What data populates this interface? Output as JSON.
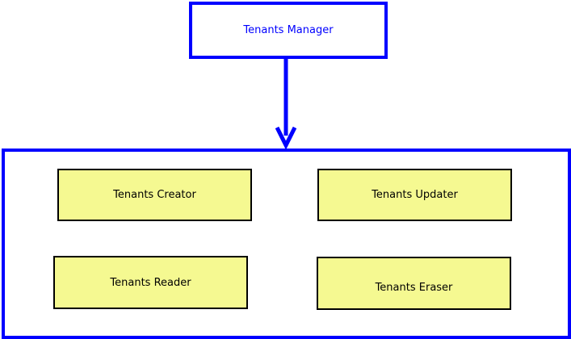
{
  "diagram": {
    "manager": {
      "label": "Tenants Manager"
    },
    "components": {
      "creator": "Tenants Creator",
      "updater": "Tenants Updater",
      "reader": "Tenants Reader",
      "eraser": "Tenants Eraser"
    }
  },
  "colors": {
    "stroke": "#0000ff",
    "component_fill": "#f5f991",
    "component_border": "#000000"
  }
}
